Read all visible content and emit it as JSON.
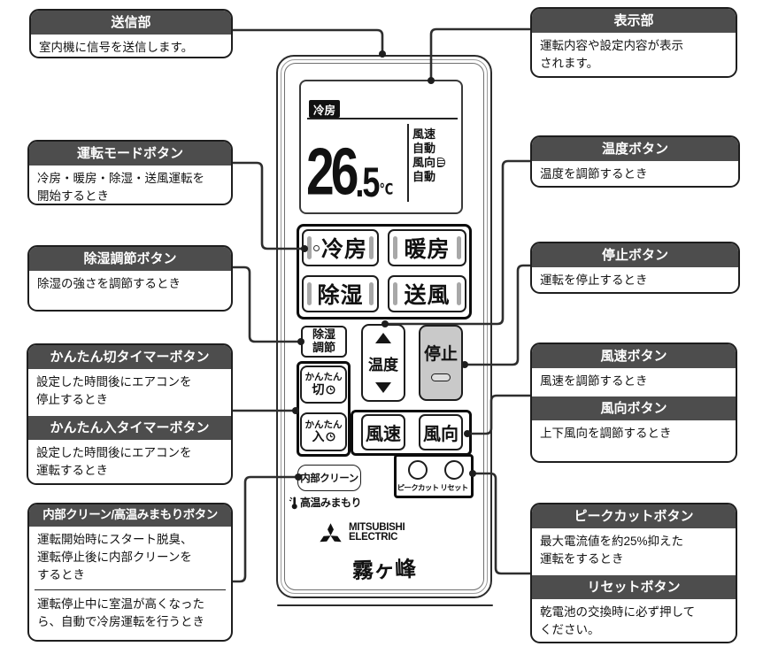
{
  "left_callouts": {
    "transmitter": {
      "title": "送信部",
      "line1": "室内機に信号を送信します。"
    },
    "mode": {
      "title": "運転モードボタン",
      "line1": "冷房・暖房・除湿・送風運転を",
      "line2": "開始するとき"
    },
    "dehumid": {
      "title": "除湿調節ボタン",
      "line1": "除湿の強さを調節するとき"
    },
    "timer_off": {
      "title": "かんたん切タイマーボタン",
      "line1": "設定した時間後にエアコンを",
      "line2": "停止するとき"
    },
    "timer_on": {
      "title": "かんたん入タイマーボタン",
      "line1": "設定した時間後にエアコンを",
      "line2": "運転するとき"
    },
    "clean": {
      "title": "内部クリーン/高温みまもりボタン",
      "p1_line1": "運転開始時にスタート脱臭、",
      "p1_line2": "運転停止後に内部クリーンを",
      "p1_line3": "するとき",
      "p2_line1": "運転停止中に室温が高くなった",
      "p2_line2": "ら、自動で冷房運転を行うとき"
    }
  },
  "right_callouts": {
    "display": {
      "title": "表示部",
      "line1": "運転内容や設定内容が表示",
      "line2": "されます。"
    },
    "temp": {
      "title": "温度ボタン",
      "line1": "温度を調節するとき"
    },
    "stop": {
      "title": "停止ボタン",
      "line1": "運転を停止するとき"
    },
    "fan_speed": {
      "title": "風速ボタン",
      "line1": "風速を調節するとき"
    },
    "fan_dir": {
      "title": "風向ボタン",
      "line1": "上下風向を調節するとき"
    },
    "peak_cut": {
      "title": "ピークカットボタン",
      "line1": "最大電流値を約25%抑えた",
      "line2": "運転をするとき"
    },
    "reset": {
      "title": "リセットボタン",
      "line1": "乾電池の交換時に必ず押して",
      "line2": "ください。"
    }
  },
  "remote": {
    "lcd": {
      "mode_badge": "冷房",
      "temp_int": "26",
      "temp_frac": ".5",
      "temp_unit": "℃",
      "status_1": "風速",
      "status_2": "自動",
      "status_3": "風向",
      "status_4": "自動"
    },
    "buttons": {
      "cool": "冷房",
      "heat": "暖房",
      "dry": "除湿",
      "fan": "送風",
      "dehumid_l1": "除湿",
      "dehumid_l2": "調節",
      "temp": "温度",
      "stop": "停止",
      "timer_off_l1": "かんたん",
      "timer_off_l2": "切",
      "timer_on_l1": "かんたん",
      "timer_on_l2": "入",
      "fan_speed": "風速",
      "fan_dir": "風向",
      "clean": "内部クリーン",
      "watch_label": "高温みまもり",
      "peak_cut_label": "ピークカット",
      "reset_label": "リセット"
    },
    "brand": {
      "line1": "MITSUBISHI",
      "line2": "ELECTRIC",
      "product": "霧ヶ峰"
    }
  },
  "colors": {
    "callout_header_bg": "#4d4d4d",
    "stop_button_bg": "#c9c9c9",
    "connector": "#2e2e2e"
  }
}
